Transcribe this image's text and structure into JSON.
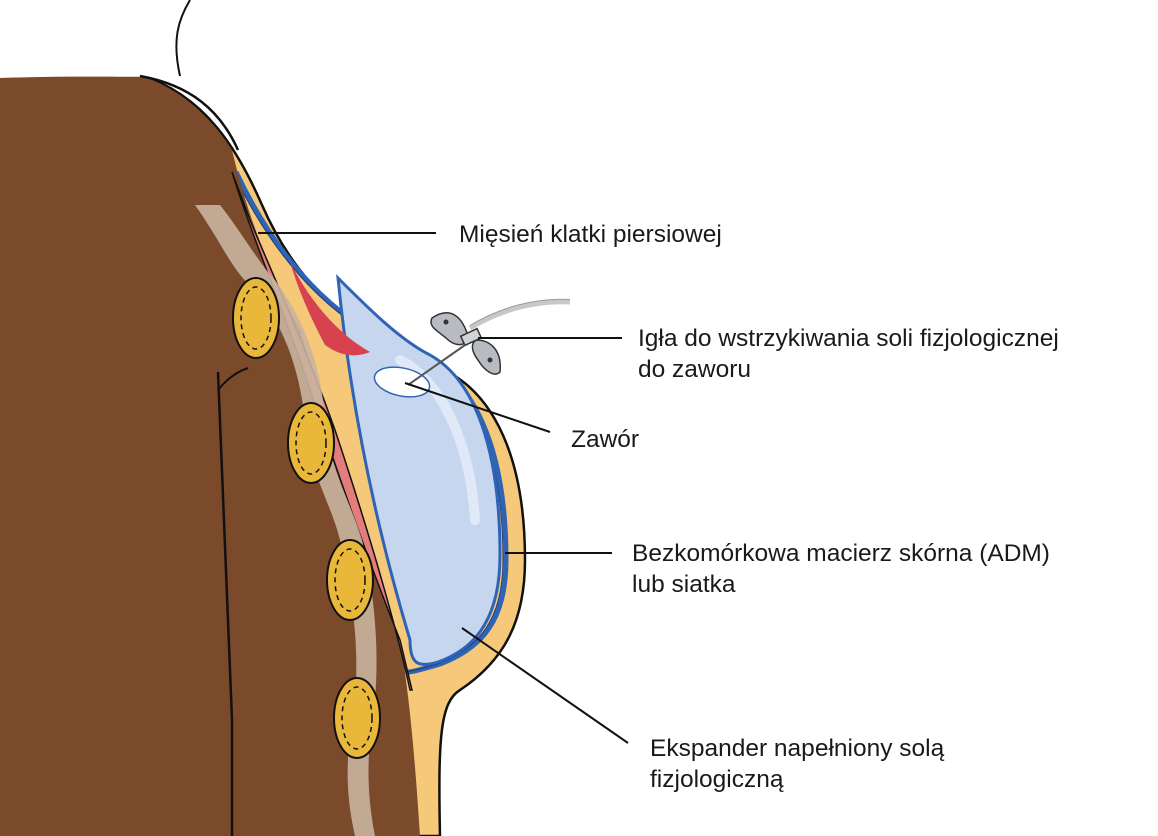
{
  "labels": {
    "pectoral_muscle": "Mięsień klatki piersiowej",
    "needle": [
      "Igła do wstrzykiwania soli fizjologicznej",
      "do zaworu"
    ],
    "valve": "Zawór",
    "adm": [
      "Bezkomórkowa macierz skórna (ADM)",
      "lub siatka"
    ],
    "expander": [
      "Ekspander napełniony solą",
      "fizjologiczną"
    ]
  },
  "colors": {
    "body": "#7b4a2b",
    "skin_fat": "#f6c97a",
    "muscle": "#e57c7c",
    "muscle_dark": "#c94a52",
    "adm": "#2f63b5",
    "expander": "#c6d6ee",
    "lymph_node": "#e9b83a",
    "tissue_strand": "#c9b4a0",
    "outline": "#111111"
  }
}
